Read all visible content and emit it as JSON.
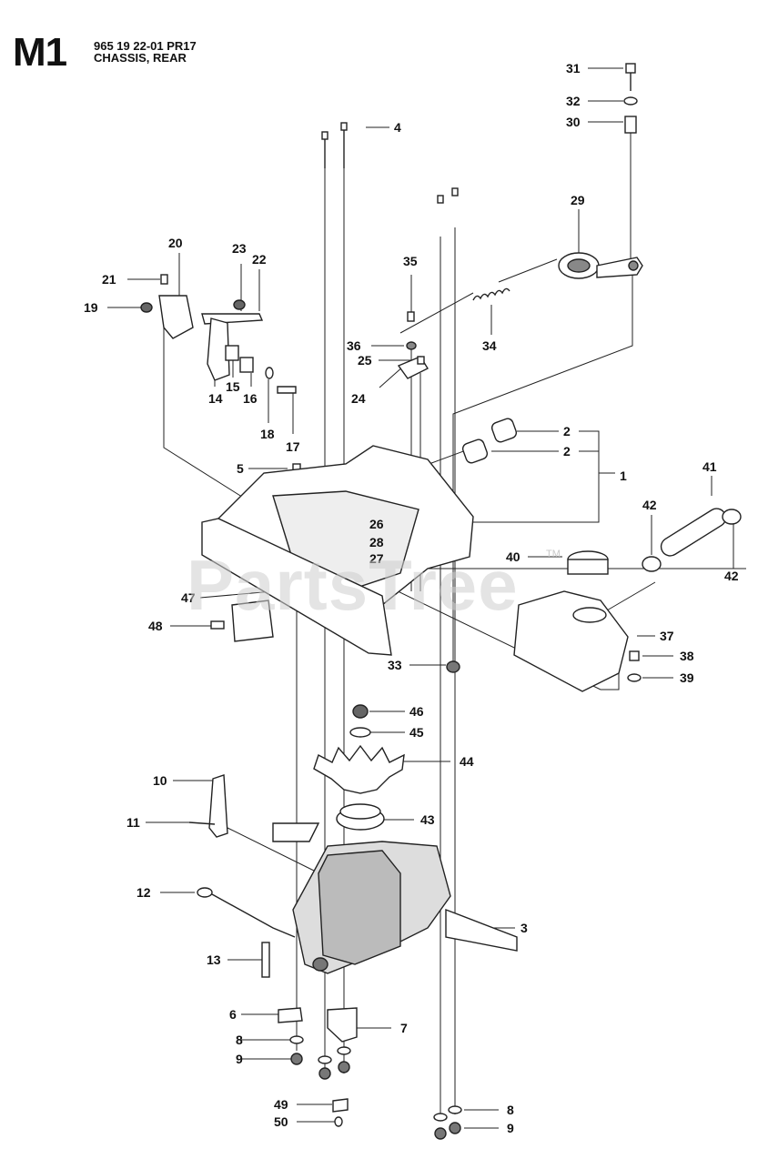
{
  "header": {
    "section_code": "M1",
    "part_number_line": "965 19 22-01 PR17",
    "section_title": "CHASSIS, REAR"
  },
  "watermark": {
    "text": "PartsTree",
    "tm": "TM"
  },
  "callouts": [
    "1",
    "2",
    "2",
    "3",
    "4",
    "5",
    "6",
    "7",
    "8",
    "8",
    "9",
    "9",
    "10",
    "11",
    "12",
    "13",
    "14",
    "15",
    "16",
    "17",
    "18",
    "19",
    "20",
    "21",
    "22",
    "23",
    "24",
    "25",
    "26",
    "27",
    "28",
    "29",
    "30",
    "31",
    "32",
    "33",
    "34",
    "35",
    "36",
    "37",
    "38",
    "39",
    "40",
    "41",
    "42",
    "42",
    "43",
    "44",
    "45",
    "46",
    "47",
    "48",
    "49",
    "50"
  ],
  "colors": {
    "line": "#222222",
    "part_fill": "#ffffff",
    "part_shade": "#6b6b6b",
    "watermark": "#cfcfcf"
  }
}
